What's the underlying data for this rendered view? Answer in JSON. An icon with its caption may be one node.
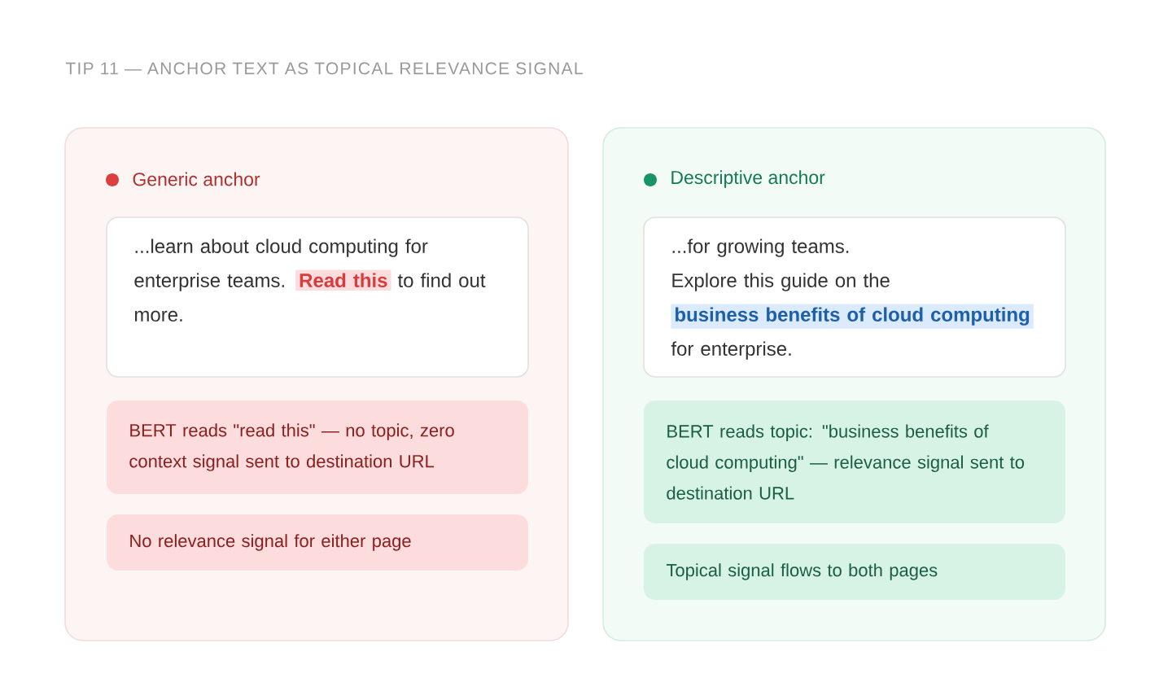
{
  "diagram": {
    "title": "TIP 11 — ANCHOR TEXT AS TOPICAL RELEVANCE SIGNAL",
    "nodes": [
      {
        "text": [
          "Generic anchor"
        ]
      },
      {
        "text": [
          "...learn about cloud computing for enterprise teams.",
          "Read this",
          "to find out more."
        ],
        "in": 0
      },
      {
        "text": [
          "BERT reads \"read this\" — no topic, zero context signal sent to destination URL"
        ],
        "in": 0
      },
      {
        "text": [
          "No relevance signal for either page"
        ],
        "in": 0
      },
      {
        "text": [
          "Descriptive anchor"
        ]
      },
      {
        "text": [
          "...for growing teams. Explore this guide on the",
          "business benefits of cloud computing",
          "for enterprise."
        ],
        "in": 4
      },
      {
        "text": [
          "BERT reads topic: \"business benefits of cloud computing\" — relevance signal sent to destination URL"
        ],
        "in": 4
      },
      {
        "text": [
          "Topical signal flows to both pages"
        ],
        "in": 4
      }
    ]
  }
}
